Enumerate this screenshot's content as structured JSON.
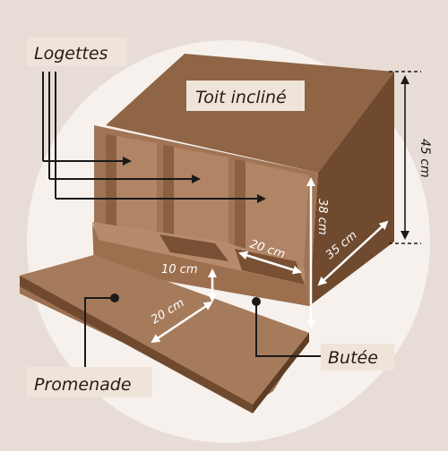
{
  "labels": {
    "logettes": "Logettes",
    "toit": "Toit incliné",
    "promenade": "Promenade",
    "butee": "Butée"
  },
  "dimensions": {
    "height_total": "45 cm",
    "height_front": "38 cm",
    "depth": "35 cm",
    "nest_width": "20 cm",
    "edge_height": "10 cm",
    "walkway_width": "20 cm"
  },
  "colors": {
    "background": "#e8ddd6",
    "halo": "#f6f1ec",
    "wood_light": "#a57a5c",
    "wood_mid": "#8c6142",
    "wood_dark": "#6f4a2f",
    "interior": "#9a6f51",
    "label_bg": "#efe4da"
  }
}
